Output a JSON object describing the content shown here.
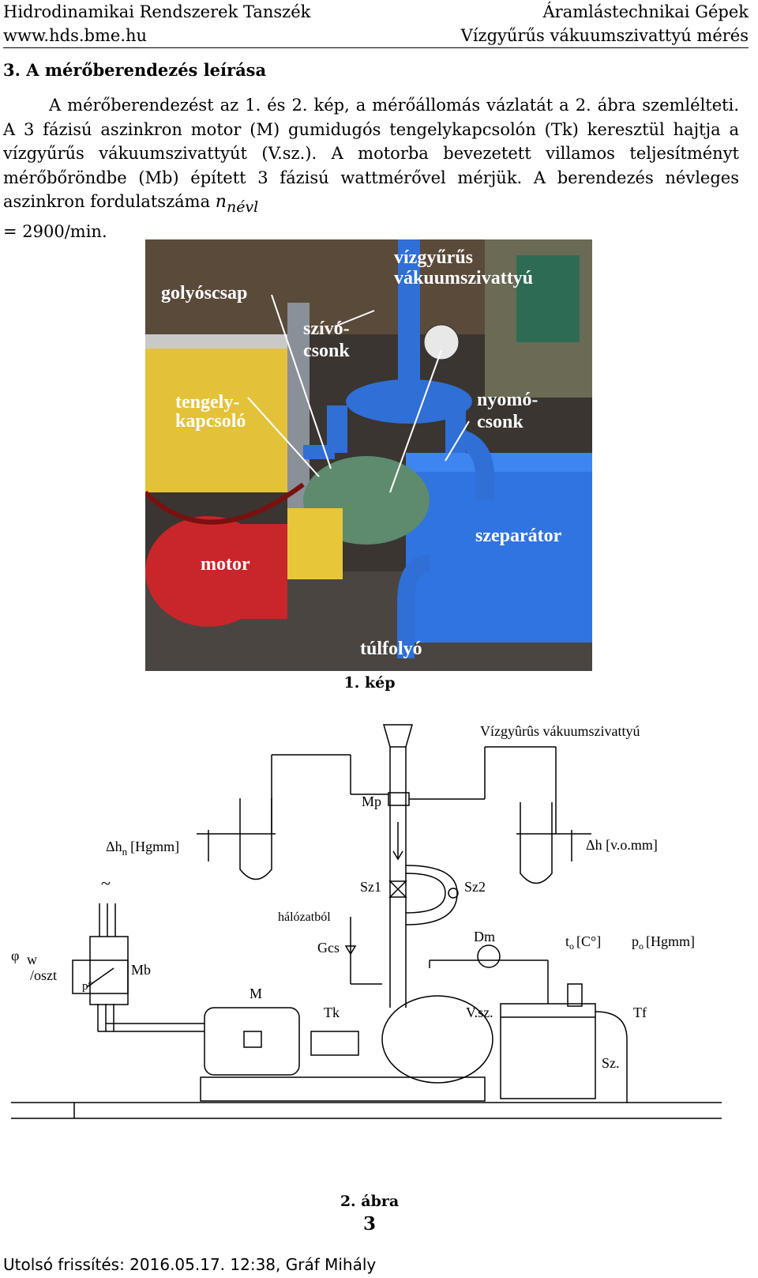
{
  "header": {
    "dept": "Hidrodinamikai Rendszerek Tanszék",
    "url": "www.hds.bme.hu",
    "course": "Áramlástechnikai Gépek",
    "measurement": "Vízgyűrűs vákuumszivattyú mérés"
  },
  "section": {
    "title": "3. A mérőberendezés leírása"
  },
  "paragraph": {
    "text": "A mérőberendezést az 1. és 2. kép, a mérőállomás vázlatát a 2. ábra szemlélteti. A 3 fázisú aszinkron motor (M) gumidugós tengelykapcsolón (Tk) keresztül hajtja a vízgyűrűs vákuumszivattyút (V.sz.). A motorba bevezetett villamos teljesítményt mérőbőröndbe (Mb) épített 3 fázisú wattmérővel mérjük. A berendezés névleges aszinkron fordulatszáma ",
    "n_symbol": "n",
    "n_sub": "névl",
    "tail": "= 2900/min."
  },
  "photo": {
    "labels": {
      "pump": "vízgyűrűs\nvákuumszivattyú",
      "valve": "golyóscsap",
      "suction": "szívó-\ncsonk",
      "coupling": "tengely-\nkapcsoló",
      "discharge": "nyomó-\ncsonk",
      "separator": "szeparátor",
      "motor": "motor",
      "overflow": "túlfolyó"
    },
    "caption": "1. kép"
  },
  "diagram": {
    "labels": {
      "pump_title": "Vízgyûrûs vákuumszivattyú",
      "mp": "Mp",
      "dhn": "Δh",
      "dhn_sub": "n",
      "dhn_unit": "[Hgmm]",
      "dh": "Δh [v.o.mm]",
      "tilde": "~",
      "sz1": "Sz1",
      "sz2": "Sz2",
      "halozat": "hálózatból",
      "gcs": "Gcs",
      "dm": "Dm",
      "t0": "t",
      "t0_sub": "o",
      "t0_unit": "[C°]",
      "p0": "p",
      "p0_sub": "o",
      "p0_unit": "[Hgmm]",
      "phi": "φ",
      "w": "w",
      "oszt": "/oszt",
      "mb": "Mb",
      "p_deg": "p°",
      "m": "M",
      "tk": "Tk",
      "vsz": "V.sz.",
      "tf": "Tf",
      "sz": "Sz."
    },
    "caption": "2. ábra"
  },
  "page_number": "3",
  "footer": "Utolsó frissítés: 2016.05.17. 12:38, Gráf Mihály"
}
